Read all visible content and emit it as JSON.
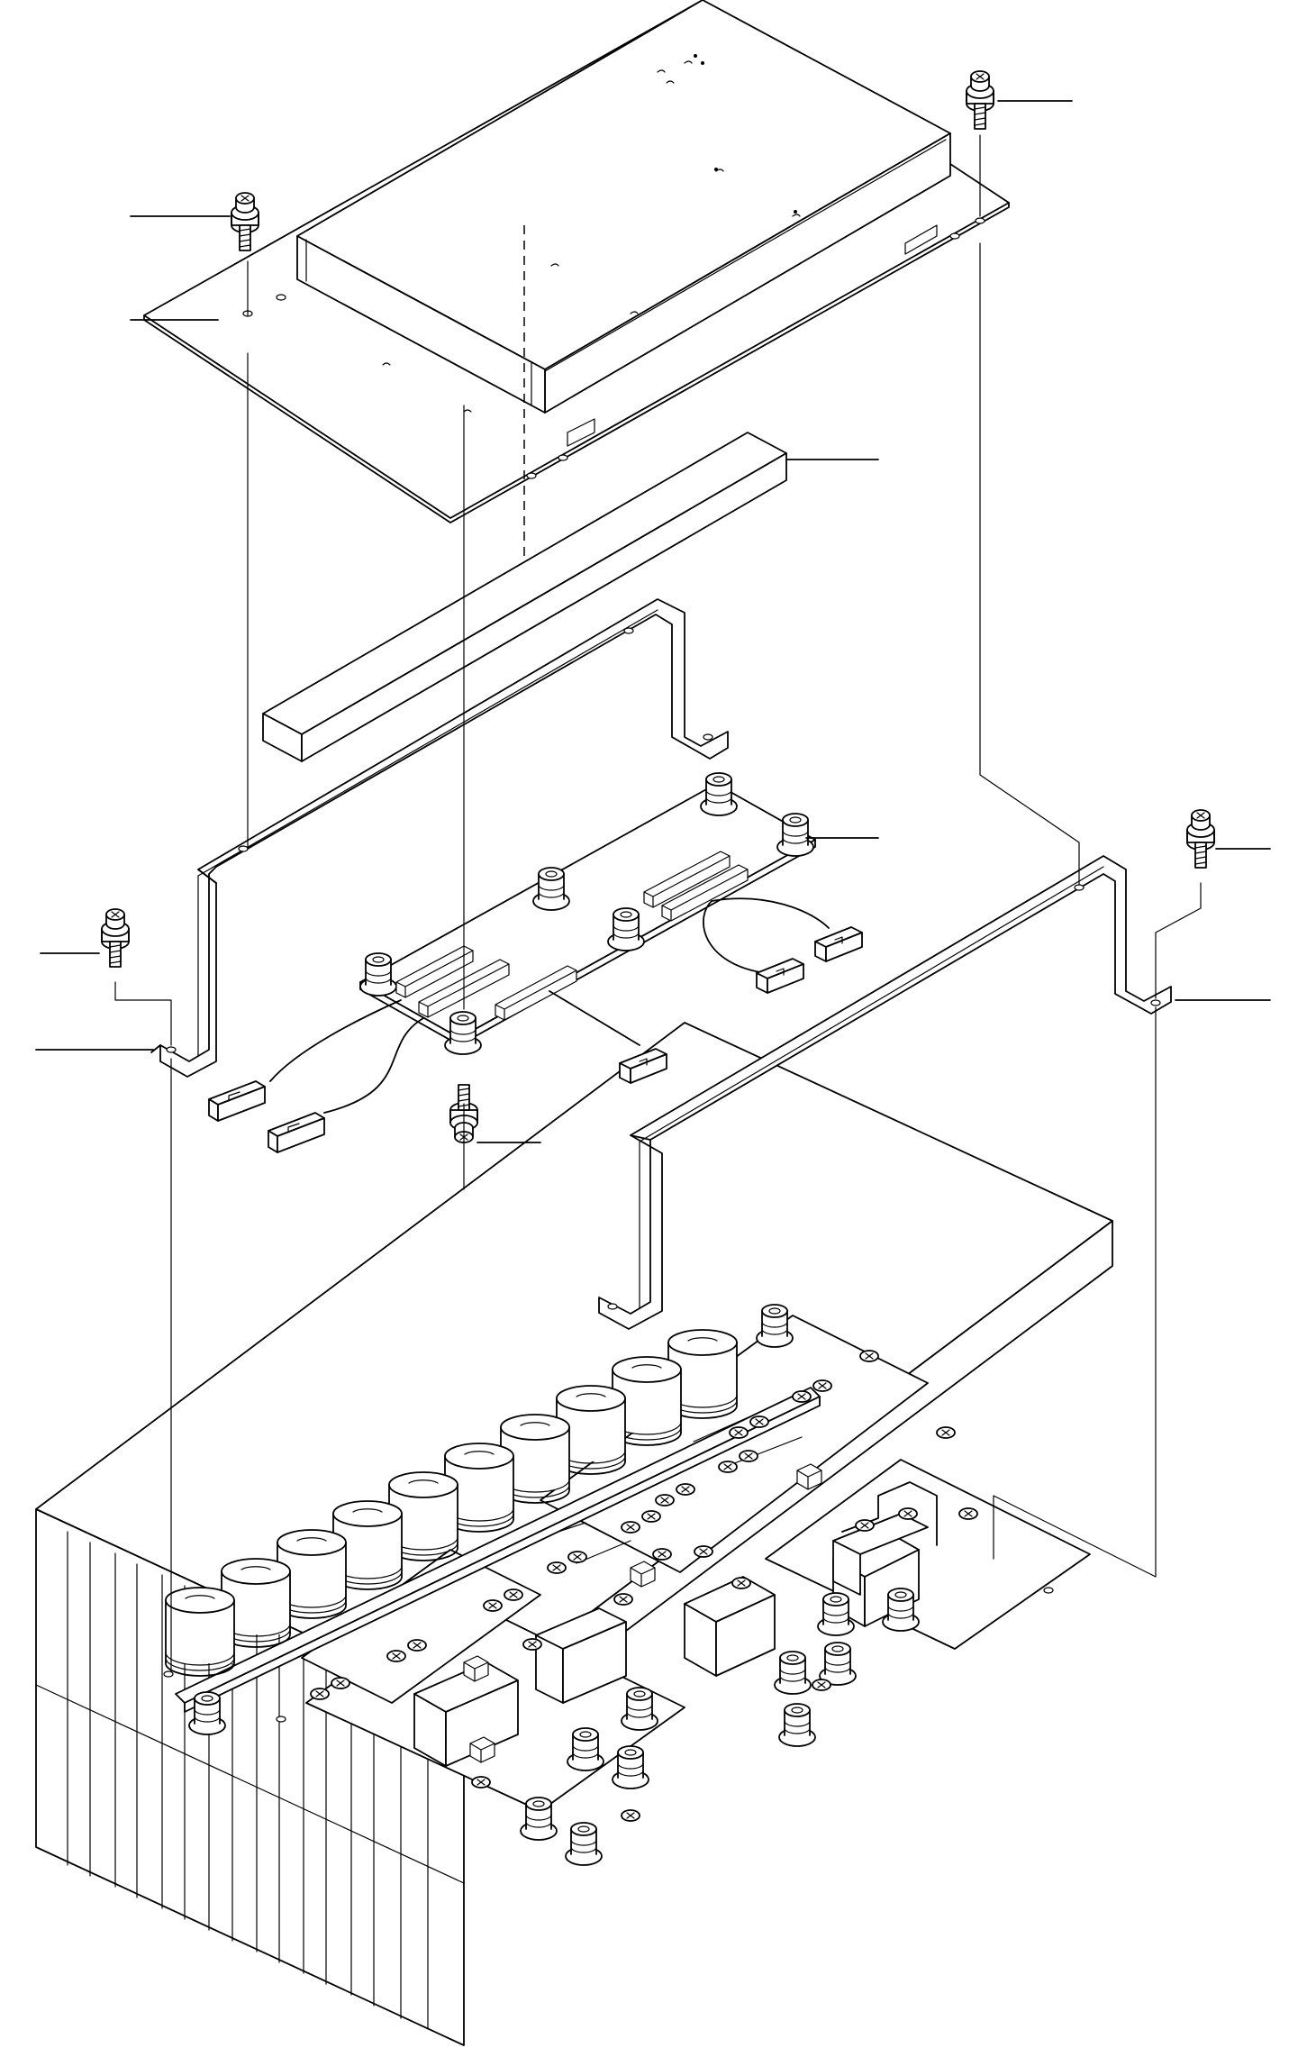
{
  "figure": {
    "title": "",
    "callout_count": 11,
    "parts": [
      "cover-box",
      "mounting-screw",
      "insulation-bar",
      "bracket-left",
      "bracket-right",
      "control-board",
      "ribbon-connector",
      "standoff-screw",
      "capacitor-bank",
      "heatsink-base"
    ],
    "capacitor_count": 10,
    "heatsink_fin_count": 14
  }
}
